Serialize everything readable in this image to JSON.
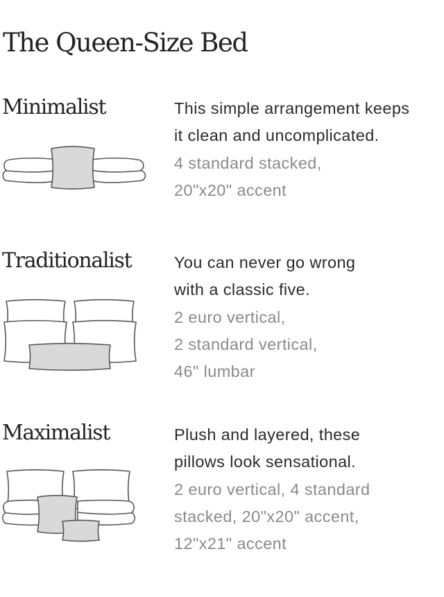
{
  "page": {
    "title": "The Queen-Size Bed"
  },
  "sections": [
    {
      "name": "Minimalist",
      "description_lines": [
        "This simple arrangement keeps",
        "it clean and uncomplicated."
      ],
      "spec_lines": [
        "4 standard stacked,",
        "20\"x20\" accent"
      ]
    },
    {
      "name": "Traditionalist",
      "description_lines": [
        "You can never go wrong",
        "with a classic five."
      ],
      "spec_lines": [
        "2 euro vertical,",
        "2 standard vertical,",
        "46\" lumbar"
      ]
    },
    {
      "name": "Maximalist",
      "description_lines": [
        "Plush and layered, these",
        "pillows look sensational."
      ],
      "spec_lines": [
        "2 euro vertical, 4 standard",
        "stacked, 20\"x20\" accent,",
        "12\"x21\" accent"
      ]
    }
  ],
  "colors": {
    "outline": "#555555",
    "accent_fill": "#d9d9d9",
    "heading_text": "#222222",
    "description_text": "#2a2a2a",
    "spec_text": "#8a8a8a"
  }
}
